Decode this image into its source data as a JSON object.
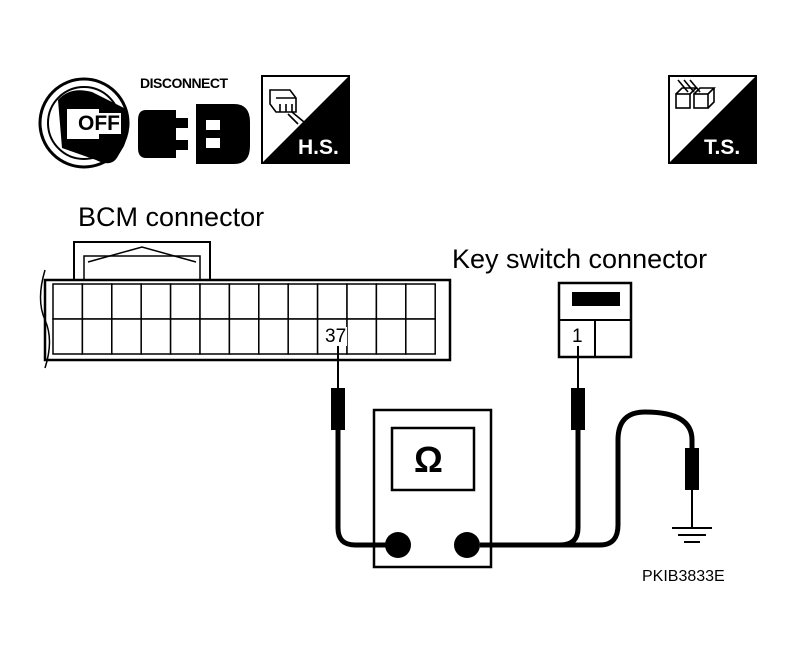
{
  "icons": {
    "ignition_off": "OFF",
    "disconnect": "DISCONNECT",
    "harness_side": "H.S.",
    "terminal_side": "T.S."
  },
  "labels": {
    "bcm_connector": "BCM connector",
    "key_switch_connector": "Key switch connector",
    "bcm_pin": "37",
    "key_switch_pin": "1",
    "meter_symbol": "Ω",
    "figure_code": "PKIB3833E"
  },
  "colors": {
    "ink": "#000000",
    "paper": "#ffffff"
  }
}
